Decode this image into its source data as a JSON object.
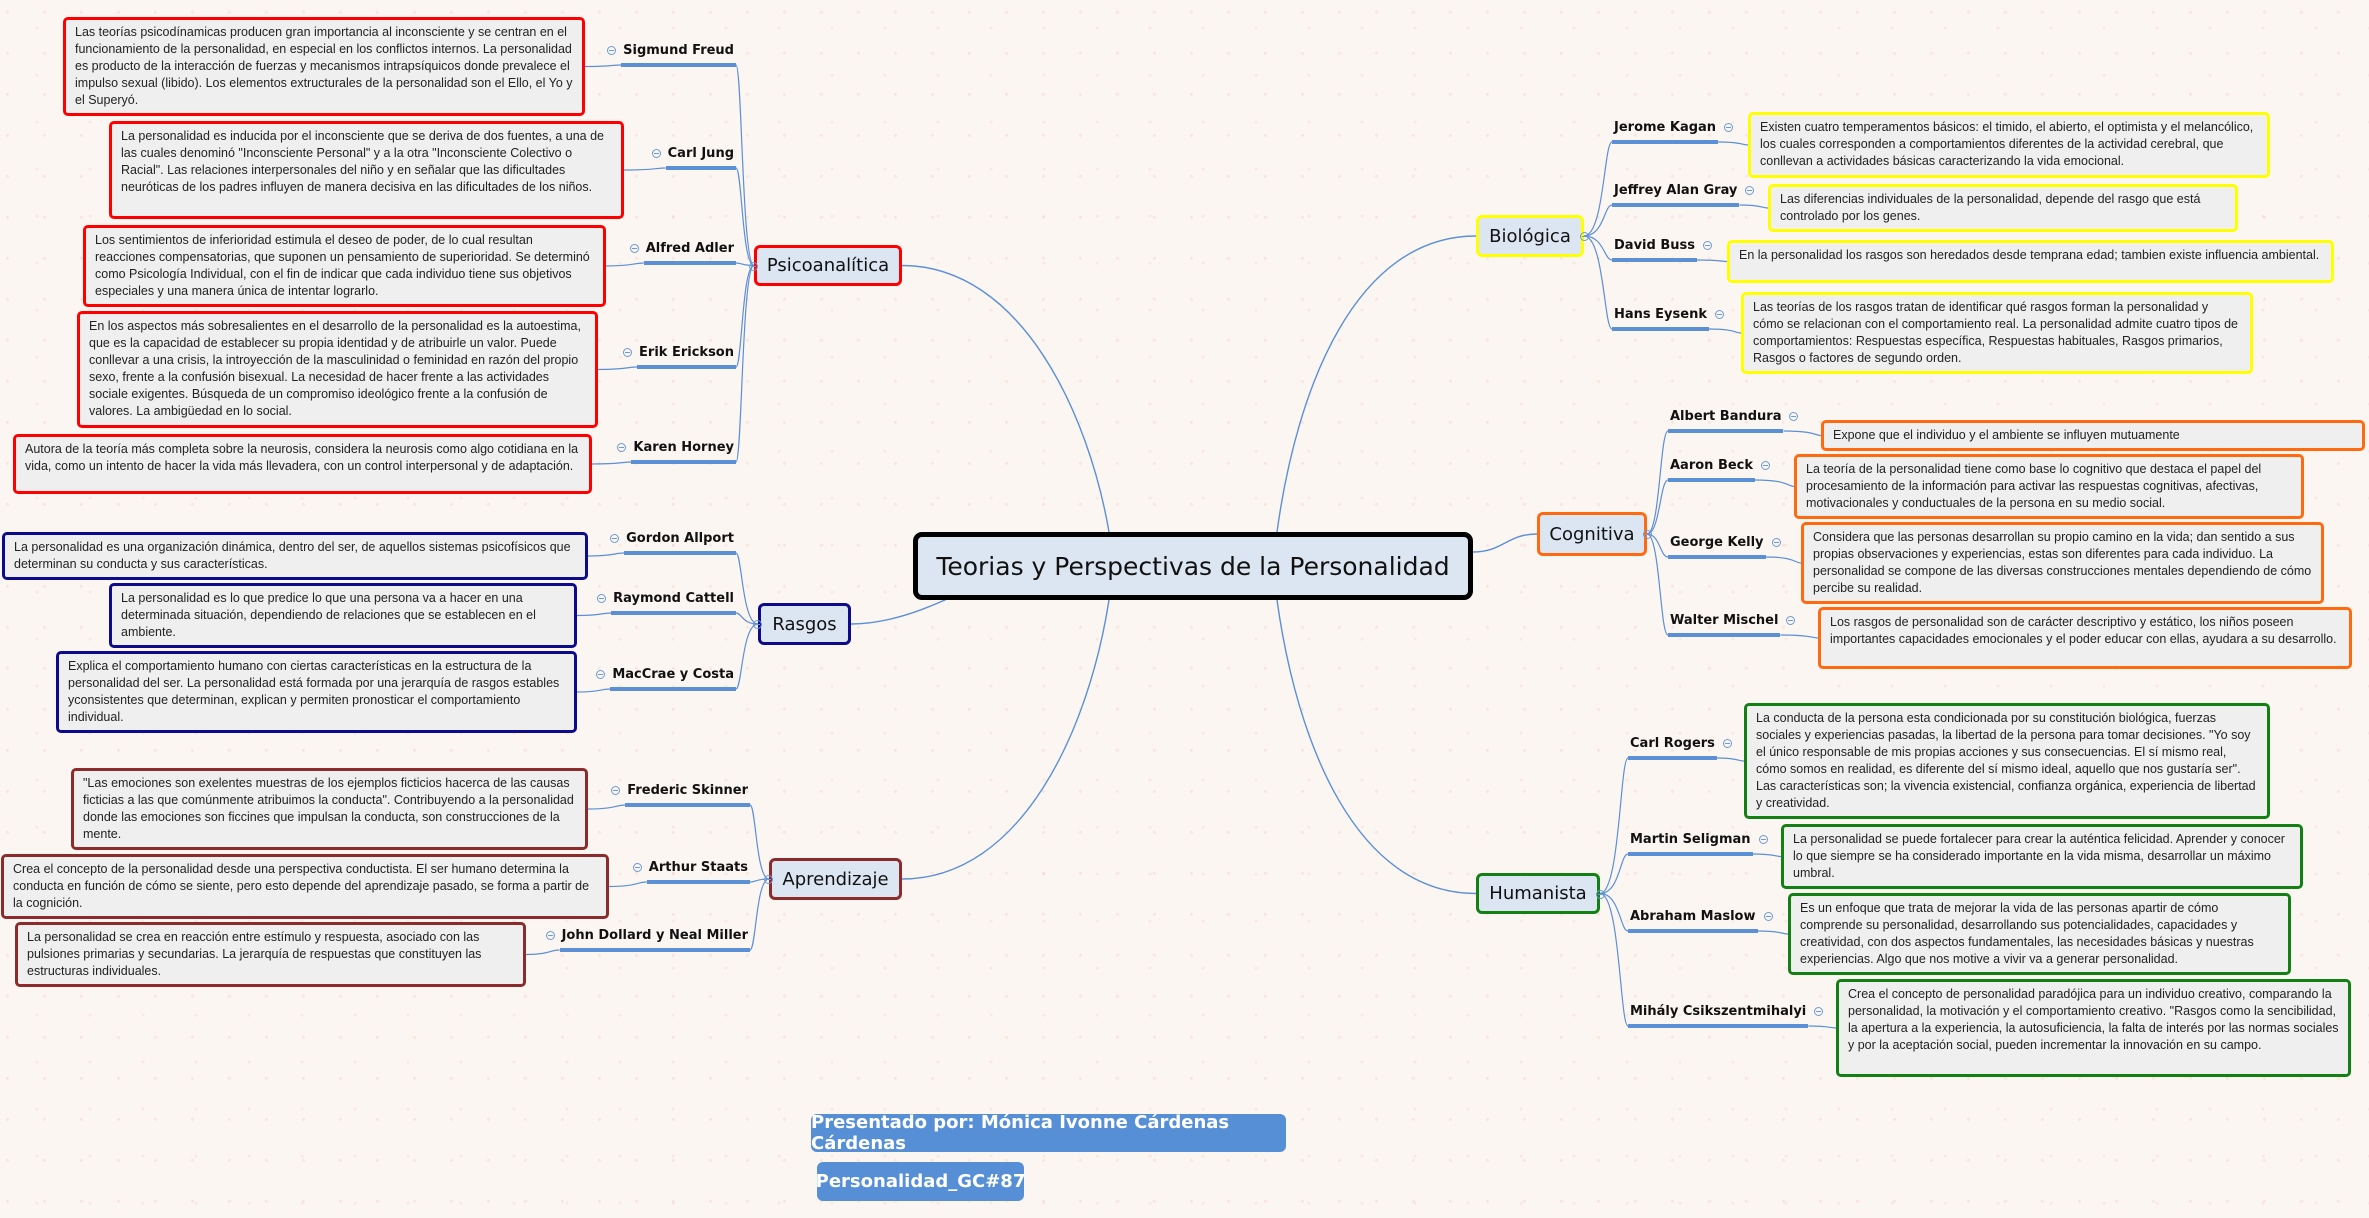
{
  "central": {
    "title": "Teorias y Perspectivas de la Personalidad"
  },
  "colors": {
    "psicoanalitica": "#ff0000",
    "rasgos": "#0b0b8c",
    "aprendizaje": "#8b2b2b",
    "biologica": "#ffff00",
    "cognitiva": "#ff6a10",
    "humanista": "#138013",
    "connector": "#5b8fd6"
  },
  "branches": [
    {
      "id": "psicoanalitica",
      "label": "Psicoanalítica",
      "children": [
        {
          "name": "Sigmund Freud",
          "text": "Las teorías psicodínamicas producen gran importancia al inconsciente y se centran en el funcionamiento de la personalidad, en especial en los conflictos internos. La personalidad es producto de la interacción de fuerzas y mecanismos intrapsíquicos donde prevalece el impulso sexual (libido). Los elementos extructurales de la personalidad son el Ello, el Yo y el Superyó."
        },
        {
          "name": "Carl Jung",
          "text": "La personalidad es inducida por el inconsciente que se deriva de dos fuentes, a una de las cuales denominó \"Inconsciente Personal\" y a la otra \"Inconsciente Colectivo o Racial\". Las relaciones interpersonales del niño y en señalar que las dificultades neuróticas de los padres influyen de manera decisiva en las dificultades de los niños."
        },
        {
          "name": "Alfred Adler",
          "text": "Los sentimientos de inferioridad estimula el deseo de poder, de lo cual resultan reacciones compensatorias, que suponen un pensamiento de superioridad. Se determinó como Psicología Individual, con el fin de indicar que cada individuo tiene sus objetivos especiales y una manera única de intentar lograrlo."
        },
        {
          "name": "Erik Erickson",
          "text": "En los aspectos más sobresalientes en el desarrollo de la personalidad es la autoestima, que es la capacidad de establecer su propia identidad y de atribuirle un valor. Puede conllevar a una crisis, la introyección de la masculinidad o feminidad en razón del propio sexo, frente a la confusión bisexual. La necesidad de hacer frente a las actividades sociale exigentes. Búsqueda de un compromiso ideológico frente a la confusión de valores. La ambigüedad en lo social."
        },
        {
          "name": "Karen Horney",
          "text": "Autora de la teoría más completa sobre la neurosis, considera la neurosis como algo cotidiana en la vida, como un intento de hacer la vida más llevadera, con un control interpersonal y de adaptación."
        }
      ]
    },
    {
      "id": "rasgos",
      "label": "Rasgos",
      "children": [
        {
          "name": "Gordon Allport",
          "text": "La personalidad es una organización dinámica, dentro del ser, de aquellos sistemas psicofísicos que determinan su conducta y sus características."
        },
        {
          "name": "Raymond Cattell",
          "text": "La personalidad es lo que predice lo que una persona va a hacer en una determinada situación, dependiendo de relaciones que se establecen en el ambiente."
        },
        {
          "name": "MacCrae y Costa",
          "text": "Explica el comportamiento humano con ciertas características en la estructura de la personalidad del ser. La personalidad está formada por una jerarquía de rasgos estables yconsistentes que determinan, explican y permiten pronosticar el comportamiento individual."
        }
      ]
    },
    {
      "id": "aprendizaje",
      "label": "Aprendizaje",
      "children": [
        {
          "name": "Frederic Skinner",
          "text": "\"Las emociones son exelentes muestras de los ejemplos ficticios hacerca de las causas ficticias a las que comúnmente atribuimos la conducta\". Contribuyendo a la personalidad donde las emociones son ficcines que impulsan la conducta, son construcciones de la mente."
        },
        {
          "name": "Arthur Staats",
          "text": "Crea el concepto de la personalidad desde una perspectiva conductista. El ser humano determina la conducta en función de cómo se siente, pero esto depende del aprendizaje pasado, se forma a partir de la cognición."
        },
        {
          "name": "John Dollard y Neal Miller",
          "text": "La personalidad se crea en reacción entre estímulo y respuesta, asociado con las pulsiones primarias y secundarias. La jerarquía de respuestas que constituyen las estructuras individuales."
        }
      ]
    },
    {
      "id": "biologica",
      "label": "Biológica",
      "children": [
        {
          "name": "Jerome Kagan",
          "text": "Existen cuatro temperamentos básicos: el timido, el abierto, el optimista y el melancólico, los cuales corresponden a comportamientos diferentes de la actividad cerebral, que conllevan a actividades básicas caracterizando la vida emocional."
        },
        {
          "name": "Jeffrey Alan Gray",
          "text": "Las diferencias individuales de la personalidad, depende del rasgo que está controlado por los genes."
        },
        {
          "name": "David Buss",
          "text": "En la personalidad los rasgos son heredados desde temprana edad; tambien existe influencia ambiental."
        },
        {
          "name": "Hans Eysenk",
          "text": "Las teorías de los rasgos tratan de identificar qué rasgos forman la personalidad y cómo se relacionan con el comportamiento real. La personalidad admite cuatro tipos de comportamientos: Respuestas específica, Respuestas habituales, Rasgos primarios, Rasgos o factores de segundo orden."
        }
      ]
    },
    {
      "id": "cognitiva",
      "label": "Cognitiva",
      "children": [
        {
          "name": "Albert Bandura",
          "text": "Expone que el individuo y el ambiente se influyen mutuamente"
        },
        {
          "name": "Aaron Beck",
          "text": "La teoría de la personalidad tiene como base lo cognitivo que destaca el papel del procesamiento de la información para activar las respuestas cognitivas, afectivas, motivacionales y conductuales de la persona en su medio social."
        },
        {
          "name": "George Kelly",
          "text": "Considera que las personas desarrollan su propio camino en la vida; dan sentido a sus propias observaciones y experiencias, estas son diferentes para cada individuo. La personalidad se compone de las diversas construcciones mentales dependiendo de cómo percibe su realidad."
        },
        {
          "name": "Walter Mischel",
          "text": "Los rasgos de personalidad son de carácter descriptivo y estático, los niños poseen importantes capacidades emocionales y el poder educar con ellas, ayudara a su desarrollo."
        }
      ]
    },
    {
      "id": "humanista",
      "label": "Humanista",
      "children": [
        {
          "name": "Carl Rogers",
          "text": "La conducta de la persona esta condicionada por su constitución biológica, fuerzas sociales y experiencias pasadas, la libertad de la persona para tomar decisiones. \"Yo soy el único responsable de mis propias acciones y sus consecuencias. El sí mismo real, cómo somos en realidad, es diferente del sí mismo ideal, aquello que nos gustaría ser\". Las características son; la vivencia existencial, confianza orgánica, experiencia de libertad y creatividad."
        },
        {
          "name": "Martin Seligman",
          "text": "La personalidad se puede fortalecer para crear la auténtica felicidad. Aprender y conocer lo que siempre se ha considerado importante en la vida misma, desarrollar un máximo umbral."
        },
        {
          "name": "Abraham Maslow",
          "text": "Es un enfoque que trata de mejorar la vida de las personas apartir de cómo comprende su personalidad, desarrollando sus potencialidades, capacidades y creatividad, con dos aspectos fundamentales, las necesidades básicas y nuestras experiencias. Algo que nos motive a vivir va a generar personalidad."
        },
        {
          "name": "Mihály Csikszentmihalyi",
          "text": "Crea el concepto de personalidad paradójica para un individuo creativo, comparando la personalidad, la motivación y el comportamiento creativo. \"Rasgos como la sencibilidad, la apertura a la experiencia, la autosuficiencia, la falta de interés por las normas sociales y por la aceptación social, pueden incrementar la innovación en su campo."
        }
      ]
    }
  ],
  "footer": {
    "presenter": "Presentado por: Mónica Ivonne Cárdenas Cárdenas",
    "tag": "Personalidad_GC#87"
  }
}
